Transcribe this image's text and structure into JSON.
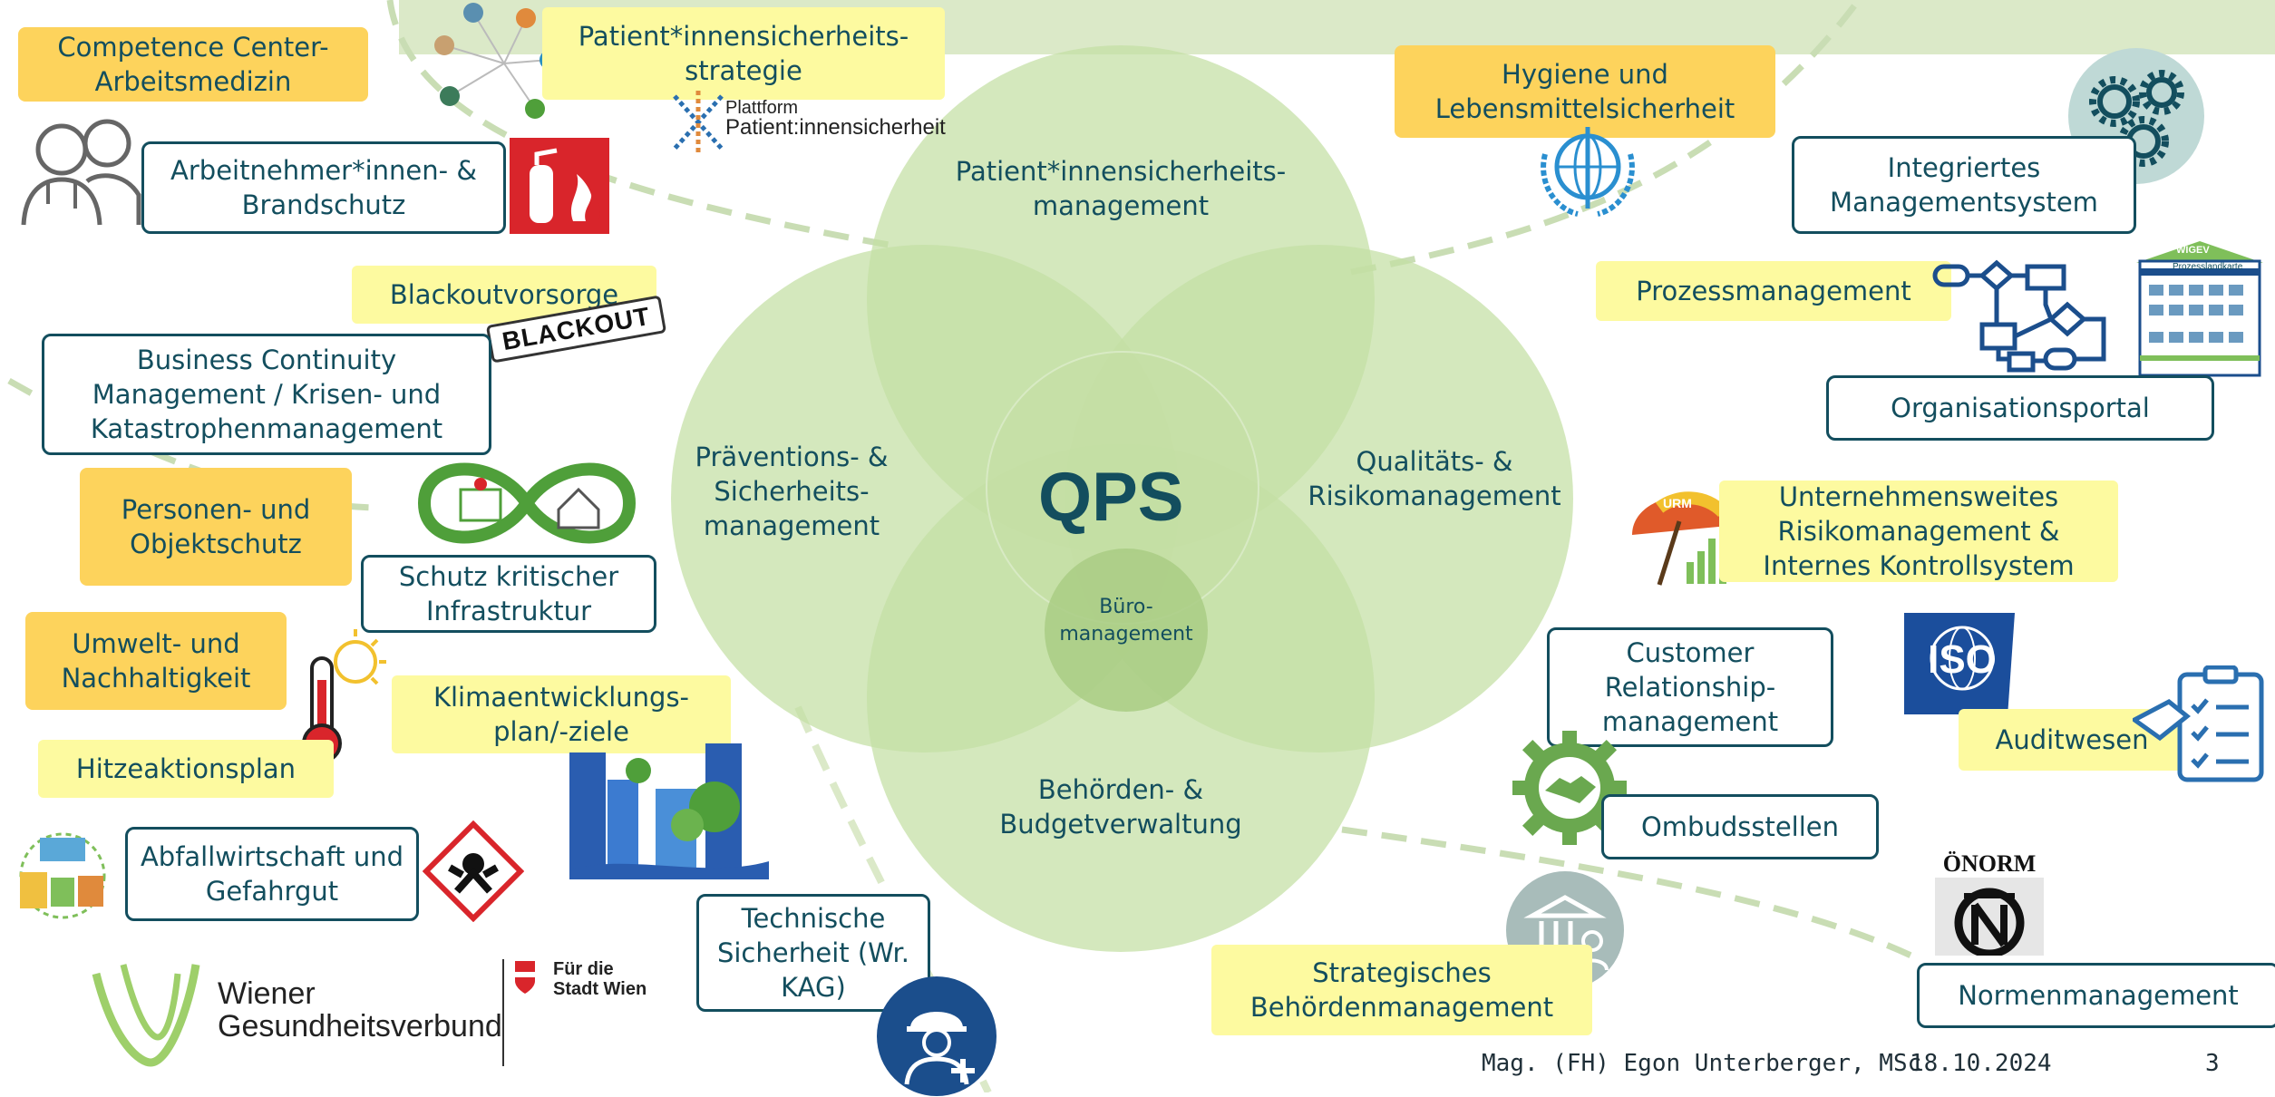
{
  "center": {
    "title": "QPS",
    "sub": "Büro-\nmanagement"
  },
  "circles": {
    "top": "Patient*innensicherheits-\nmanagement",
    "left": "Präventions- &\nSicherheits-\nmanagement",
    "right": "Qualitäts- &\nRisikomanagement",
    "bottom": "Behörden- &\nBudgetverwaltung"
  },
  "labels": {
    "competence_center": "Competence Center-\nArbeitsmedizin",
    "patient_strategy": "Patient*innensicherheits-\nstrategie",
    "arbeitnehmer": "Arbeitnehmer*innen- &\nBrandschutz",
    "blackoutvorsorge": "Blackoutvorsorge",
    "bcm": "Business Continuity\nManagement / Krisen- und\nKatastrophenmanagement",
    "personen": "Personen- und\nObjektschutz",
    "kritis": "Schutz kritischer\nInfrastruktur",
    "umwelt": "Umwelt- und\nNachhaltigkeit",
    "klima": "Klimaentwicklungs-\nplan/-ziele",
    "hitze": "Hitzeaktionsplan",
    "abfall": "Abfallwirtschaft und\nGefahrgut",
    "technik": "Technische\nSicherheit (Wr.\nKAG)",
    "hygiene": "Hygiene und\nLebensmittelsicherheit",
    "ims": "Integriertes\nManagementsystem",
    "prozess": "Prozessmanagement",
    "orgportal": "Organisationsportal",
    "urm": "Unternehmensweites\nRisikomanagement &\nInternes Kontrollsystem",
    "crm": "Customer\nRelationship-\nmanagement",
    "audit": "Auditwesen",
    "ombuds": "Ombudsstellen",
    "strategisch": "Strategisches\nBehördenmanagement",
    "normen": "Normenmanagement"
  },
  "logos": {
    "plattform_small": "Plattform",
    "plattform_big": "Patient:innensicherheit",
    "blackout": "BLACKOUT",
    "urm": "URM",
    "iso": "ISO",
    "oenorm": "ÖNORM",
    "wigev_title": "WIGEV",
    "wigev_sub": "Prozesslandkarte",
    "wgv_1": "Wiener",
    "wgv_2": "Gesundheitsverbund",
    "stadt_1": "Für die",
    "stadt_2": "Stadt Wien"
  },
  "footer": {
    "author": "Mag. (FH) Egon Unterberger, MSc",
    "date": "18.10.2024",
    "page": "3"
  },
  "colors": {
    "text": "#134e5e",
    "yellow": "#fdfaa0",
    "orange": "#fdd35c",
    "green": "#c4dfa4",
    "banner": "#dbe9c8"
  }
}
